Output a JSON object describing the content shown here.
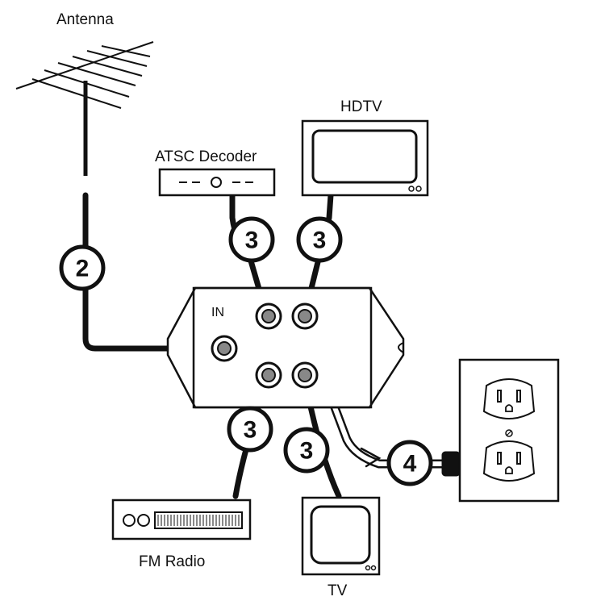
{
  "labels": {
    "antenna": "Antenna",
    "hdtv": "HDTV",
    "atsc_decoder": "ATSC Decoder",
    "in_port": "IN",
    "fm_radio": "FM Radio",
    "tv": "TV"
  },
  "callouts": {
    "antenna_cable": "2",
    "decoder_cable": "3",
    "hdtv_cable": "3",
    "radio_cable": "3",
    "tv_cable": "3",
    "power_cord": "4"
  },
  "colors": {
    "ink": "#111111",
    "paper": "#ffffff",
    "port_grey": "#888888"
  }
}
